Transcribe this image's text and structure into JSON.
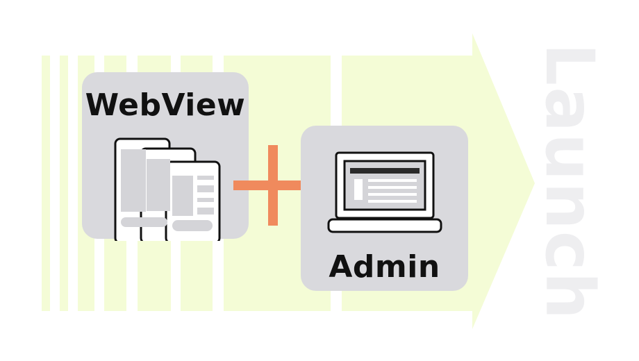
{
  "diagram": {
    "cards": [
      {
        "id": "webview",
        "title": "WebView",
        "icon": "mobile-screens-icon"
      },
      {
        "id": "admin",
        "title": "Admin",
        "icon": "laptop-icon"
      }
    ],
    "operator": "plus",
    "flow_label": "Launch"
  },
  "colors": {
    "arrow": "#f4fcd6",
    "card": "#d9d9dd",
    "plus": "#f08a5d",
    "launch_text": "#eeeef0",
    "icon_stroke": "#111111"
  }
}
